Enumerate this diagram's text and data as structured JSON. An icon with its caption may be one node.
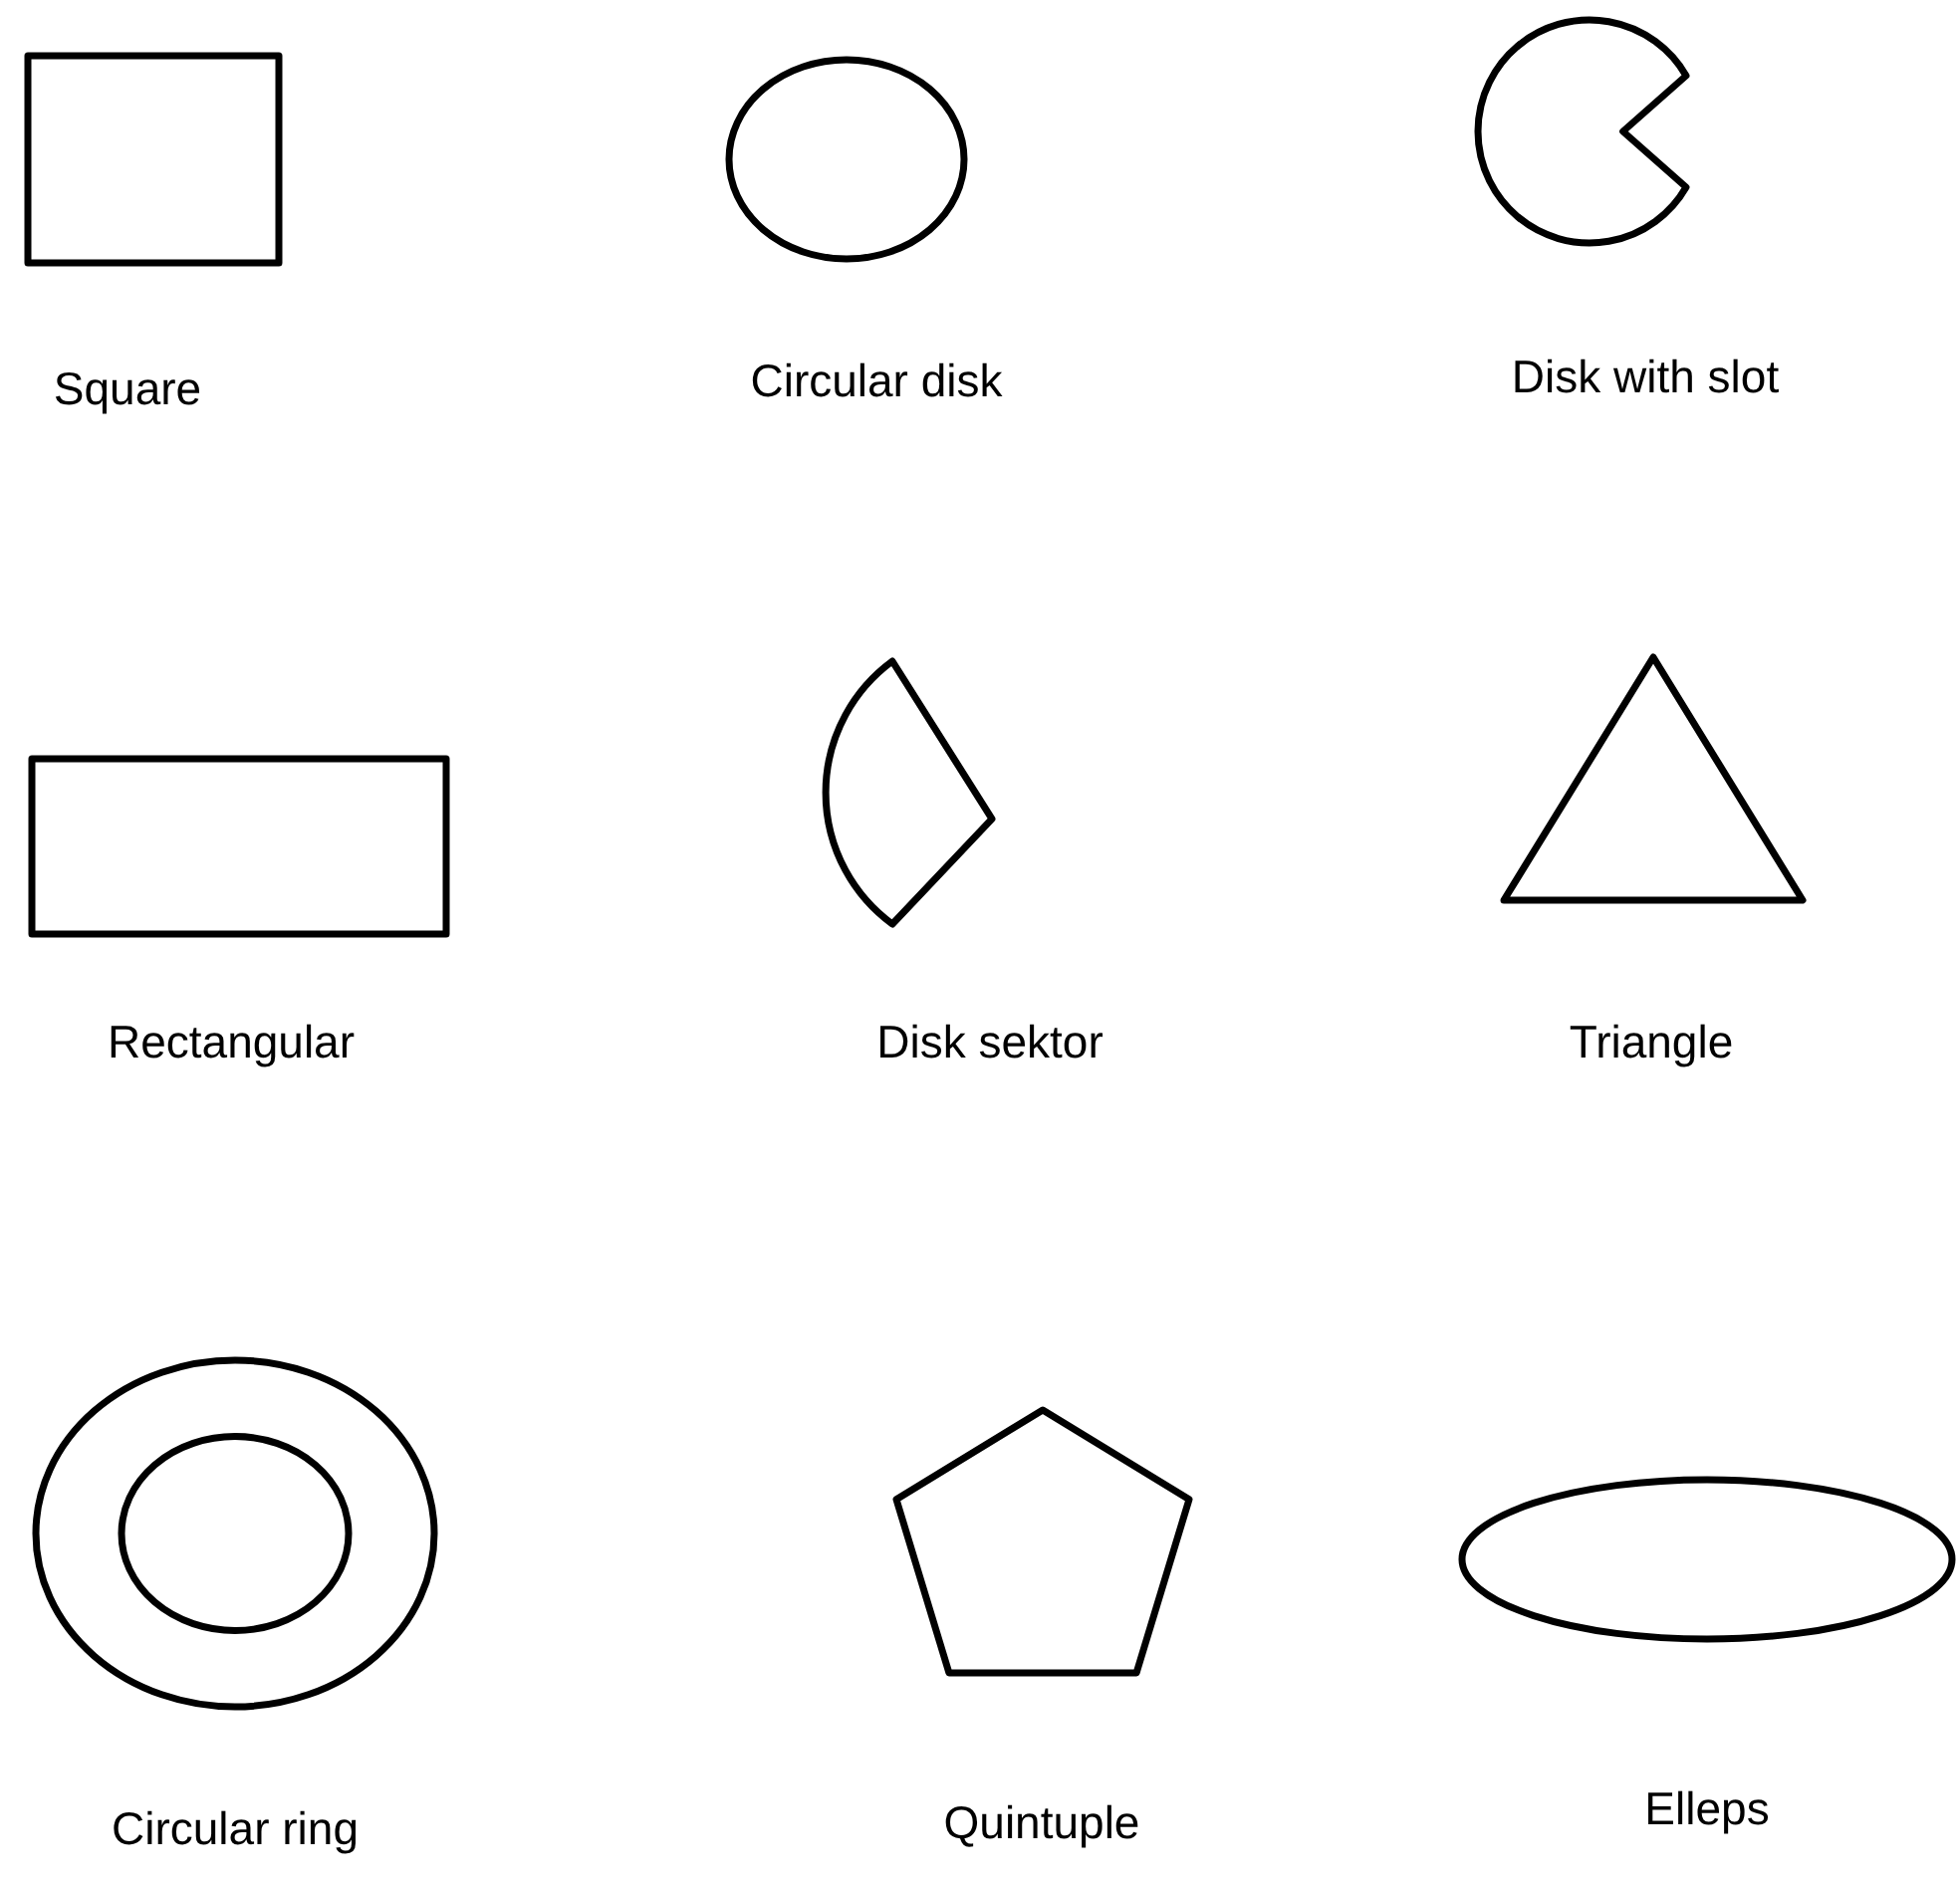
{
  "diagram": {
    "nodes": [
      {
        "text": [],
        "shape": "square",
        "beside": [
          "Square"
        ]
      },
      {
        "text": [],
        "shape": "circle",
        "beside": [
          "Circular disk"
        ]
      },
      {
        "text": [],
        "shape": "pie",
        "beside": [
          "Disk with slot"
        ]
      },
      {
        "text": [],
        "shape": "rectangle",
        "beside": [
          "Rectangular"
        ]
      },
      {
        "text": [],
        "shape": "sector",
        "beside": [
          "Disk sektor"
        ]
      },
      {
        "text": [],
        "shape": "triangle",
        "beside": [
          "Triangle"
        ]
      },
      {
        "text": [],
        "shape": "ring",
        "beside": [
          "Circular ring"
        ]
      },
      {
        "text": [],
        "shape": "pentagon",
        "beside": [
          "Quintuple"
        ]
      },
      {
        "text": [],
        "shape": "ellipse",
        "beside": [
          "Elleps"
        ]
      }
    ]
  }
}
